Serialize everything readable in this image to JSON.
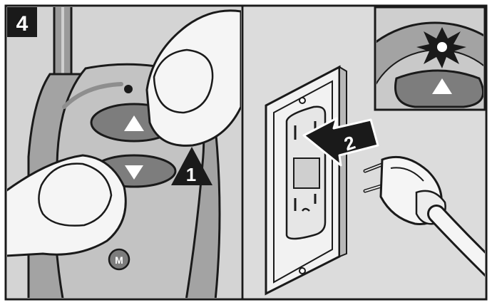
{
  "figure": {
    "step_number": "4",
    "callouts": {
      "press_buttons": "1",
      "plug_in": "2"
    },
    "remote_buttons": {
      "up_glyph": "▲",
      "down_glyph": "▼",
      "mode_label": "M"
    },
    "icons": {
      "up": "up-arrow-icon",
      "down": "down-arrow-icon",
      "starburst": "light-burst-icon",
      "callout_arrow_1": "triangle-callout-icon",
      "callout_arrow_2": "arrow-callout-icon"
    },
    "colors": {
      "outline": "#1a1a1a",
      "panel_bg": "#d4d4d4",
      "remote_body": "#a3a3a3",
      "button_fill": "#7d7d7d",
      "skin": "#f5f5f5",
      "wall": "#dcdcdc"
    }
  }
}
